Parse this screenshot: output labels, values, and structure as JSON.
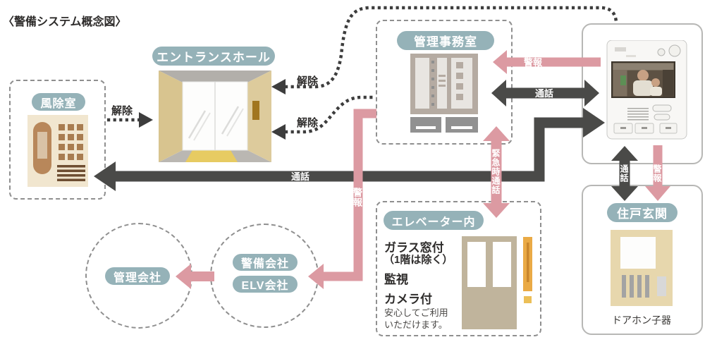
{
  "title": "〈警備システム概念図〉",
  "colors": {
    "badge": "#95b2b8",
    "pink": "#dc9aa2",
    "dark": "#4a4a48",
    "dotted": "#3d3d3d",
    "tan_wall": "#d8c48f",
    "beige_panel": "#f1e6cf",
    "orange": "#eaaa45"
  },
  "nodes": {
    "windbreak": {
      "label": "風除室"
    },
    "entrance": {
      "label": "エントランスホール"
    },
    "office": {
      "label": "管理事務室"
    },
    "unit_entrance": {
      "label": "住戸玄関",
      "caption": "ドアホン子器"
    },
    "elevator": {
      "label": "エレベーター内",
      "line1": "ガラス窓付",
      "line2": "（1階は除く）",
      "line3": "監視",
      "line4": "カメラ付",
      "note1": "安心してご利用",
      "note2": "いただけます。"
    },
    "mgmt_company": {
      "label": "管理会社"
    },
    "security_company": {
      "label": "警備会社"
    },
    "elv_company": {
      "label": "ELV会社"
    }
  },
  "arrows": {
    "unlock_windbreak": "解除",
    "unlock_upper": "解除",
    "unlock_lower": "解除",
    "call_long": "通話",
    "call_office_dwelling": "通話",
    "alarm_to_office": "警報",
    "alarm_to_security": "警報",
    "emergency_call": "緊急時通話",
    "call_unit": "通話",
    "alarm_unit": "警報"
  }
}
